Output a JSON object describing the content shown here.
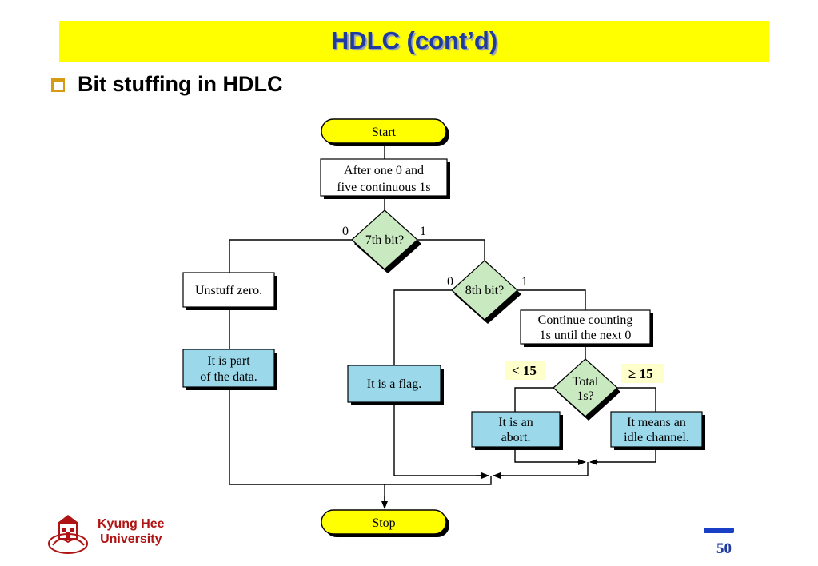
{
  "slide": {
    "title": "HDLC (cont’d)",
    "subtitle": "Bit stuffing in HDLC",
    "page_number": "50",
    "university_line1": "Kyung Hee",
    "university_line2": "University"
  },
  "flowchart": {
    "start": "Start",
    "stop": "Stop",
    "step_after": [
      "After one 0 and",
      "five continuous 1s"
    ],
    "decision_7th": "7th bit?",
    "decision_8th": "8th bit?",
    "decision_total": [
      "Total",
      "1s?"
    ],
    "unstuff": "Unstuff zero.",
    "part_of_data": [
      "It is part",
      "of the data."
    ],
    "flag": "It is a flag.",
    "continue_counting": [
      "Continue counting",
      "1s until the next 0"
    ],
    "abort": [
      "It is an",
      "abort."
    ],
    "idle": [
      "It means an",
      "idle channel."
    ],
    "label_7th_0": "0",
    "label_7th_1": "1",
    "label_8th_0": "0",
    "label_8th_1": "1",
    "label_less": "< 15",
    "label_geq": "≥ 15"
  },
  "colors": {
    "title_bar": "#ffff00",
    "title_text": "#1f3ba0",
    "terminal_fill": "#ffff00",
    "decision_fill": "#c9e9c0",
    "outcome_fill": "#9ad8ea",
    "process_fill": "#ffffff",
    "university_text": "#b01313"
  }
}
